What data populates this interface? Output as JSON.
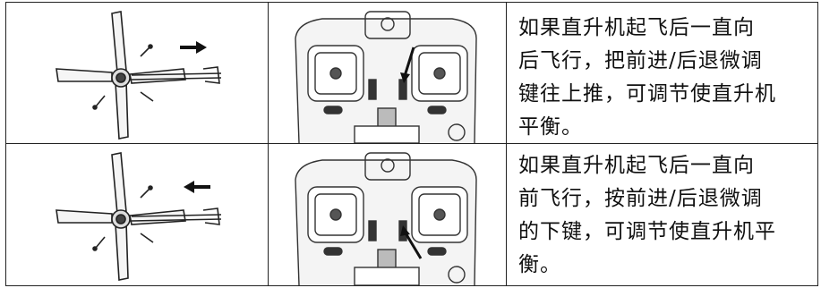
{
  "rows": [
    {
      "direction": "right",
      "instruction_lines": [
        "如果直升机起飞后一直向",
        "后飞行，把前进/后退微调",
        "键往上推，可调节使直升机",
        "平衡。"
      ]
    },
    {
      "direction": "left",
      "instruction_lines": [
        "如果直升机起飞后一直向",
        "前飞行，按前进/后退微调",
        "的下键，可调节使直升机平",
        "衡。"
      ]
    }
  ],
  "icons": {
    "heli": "helicopter-top-view-icon",
    "controller": "remote-controller-icon",
    "arrow": "direction-arrow-icon"
  }
}
